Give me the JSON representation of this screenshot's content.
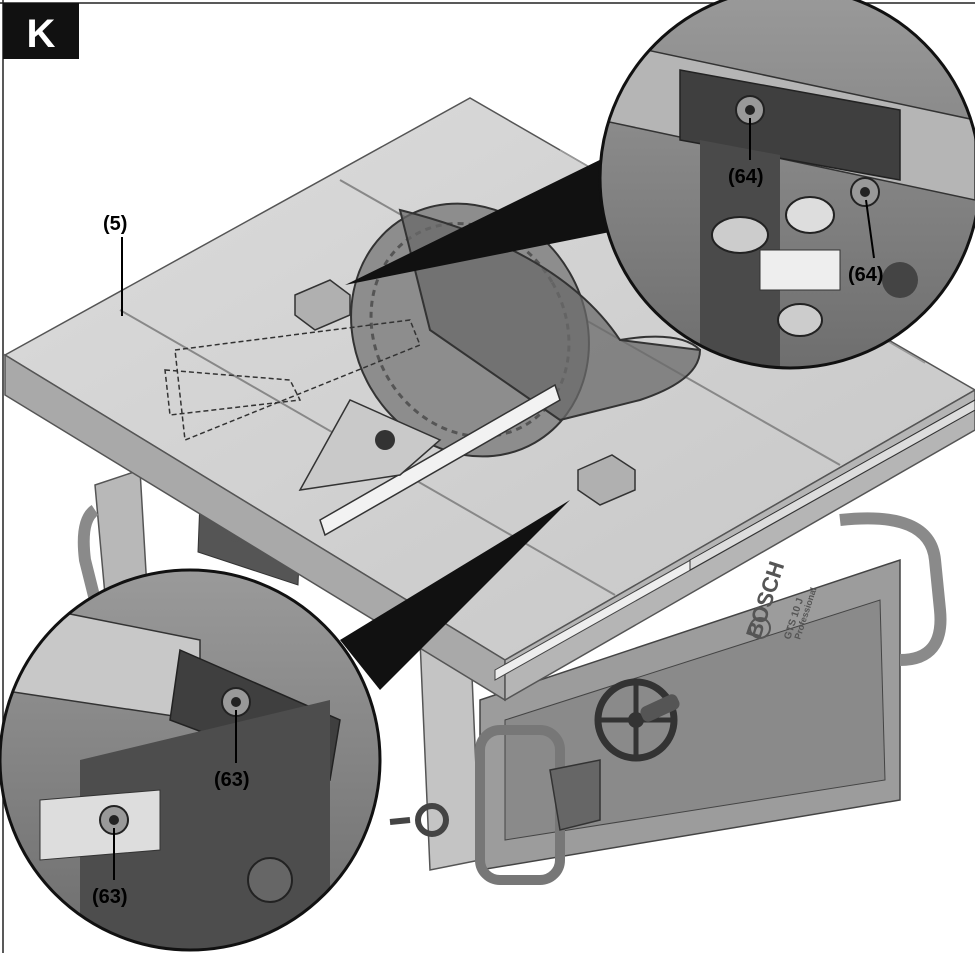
{
  "figure": {
    "letter": "K",
    "brand": "BOSCH",
    "brand_plate": "BOSCH",
    "model": "GTS 10 J",
    "model_subtitle": "Professional"
  },
  "callouts": {
    "c5": "(5)",
    "c64_top": "(64)",
    "c64_right": "(64)",
    "c63_upper": "(63)",
    "c63_lower": "(63)"
  }
}
